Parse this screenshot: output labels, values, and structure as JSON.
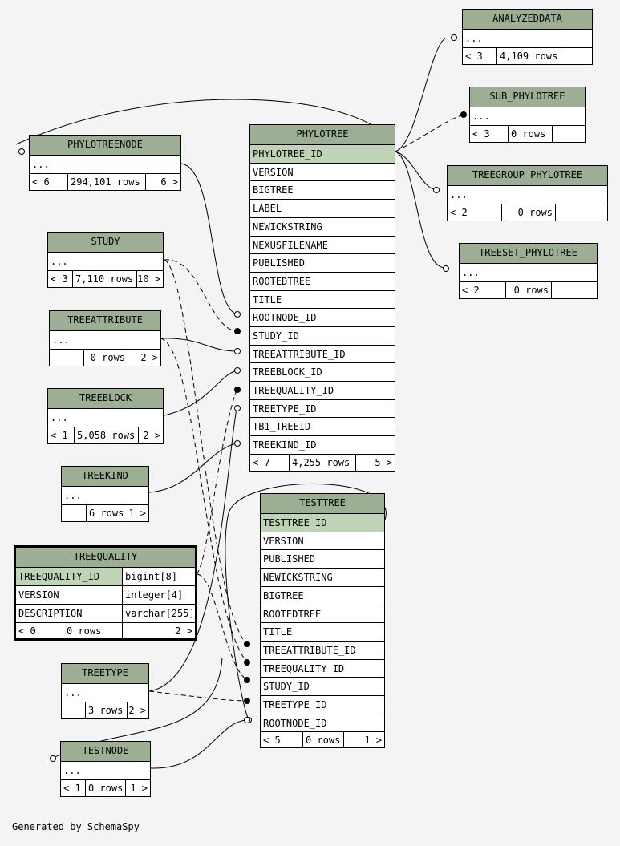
{
  "background": "#f4f4f4",
  "header_color": "#9caf94",
  "pk_color": "#bfd4b7",
  "footer": "Generated by SchemaSpy",
  "tables": {
    "analyzeddata": {
      "name": "ANALYZEDDATA",
      "body": "...",
      "parents": "< 3",
      "rows": "4,109 rows",
      "children": ""
    },
    "sub_phylotree": {
      "name": "SUB_PHYLOTREE",
      "body": "...",
      "parents": "< 3",
      "rows": "0 rows",
      "children": ""
    },
    "treegroup_phylotree": {
      "name": "TREEGROUP_PHYLOTREE",
      "body": "...",
      "parents": "< 2",
      "rows": "0 rows",
      "children": ""
    },
    "treeset_phylotree": {
      "name": "TREESET_PHYLOTREE",
      "body": "...",
      "parents": "< 2",
      "rows": "0 rows",
      "children": ""
    },
    "phylotreenode": {
      "name": "PHYLOTREENODE",
      "body": "...",
      "parents": "< 6",
      "rows": "294,101 rows",
      "children": "6 >"
    },
    "study": {
      "name": "STUDY",
      "body": "...",
      "parents": "< 3",
      "rows": "7,110 rows",
      "children": "10 >"
    },
    "treeattribute": {
      "name": "TREEATTRIBUTE",
      "body": "...",
      "parents": "",
      "rows": "0 rows",
      "children": "2 >"
    },
    "treeblock": {
      "name": "TREEBLOCK",
      "body": "...",
      "parents": "< 1",
      "rows": "5,058 rows",
      "children": "2 >"
    },
    "treekind": {
      "name": "TREEKIND",
      "body": "...",
      "parents": "",
      "rows": "6 rows",
      "children": "1 >"
    },
    "treetype": {
      "name": "TREETYPE",
      "body": "...",
      "parents": "",
      "rows": "3 rows",
      "children": "2 >"
    },
    "testnode": {
      "name": "TESTNODE",
      "body": "...",
      "parents": "< 1",
      "rows": "0 rows",
      "children": "1 >"
    },
    "phylotree": {
      "name": "PHYLOTREE",
      "columns": [
        "PHYLOTREE_ID",
        "VERSION",
        "BIGTREE",
        "LABEL",
        "NEWICKSTRING",
        "NEXUSFILENAME",
        "PUBLISHED",
        "ROOTEDTREE",
        "TITLE",
        "ROOTNODE_ID",
        "STUDY_ID",
        "TREEATTRIBUTE_ID",
        "TREEBLOCK_ID",
        "TREEQUALITY_ID",
        "TREETYPE_ID",
        "TB1_TREEID",
        "TREEKIND_ID"
      ],
      "parents": "< 7",
      "rows": "4,255 rows",
      "children": "5 >"
    },
    "testtree": {
      "name": "TESTTREE",
      "columns": [
        "TESTTREE_ID",
        "VERSION",
        "PUBLISHED",
        "NEWICKSTRING",
        "BIGTREE",
        "ROOTEDTREE",
        "TITLE",
        "TREEATTRIBUTE_ID",
        "TREEQUALITY_ID",
        "STUDY_ID",
        "TREETYPE_ID",
        "ROOTNODE_ID"
      ],
      "parents": "< 5",
      "rows": "0 rows",
      "children": "1 >"
    },
    "treequality": {
      "name": "TREEQUALITY",
      "columns": [
        {
          "name": "TREEQUALITY_ID",
          "type": "bigint[8]"
        },
        {
          "name": "VERSION",
          "type": "integer[4]"
        },
        {
          "name": "DESCRIPTION",
          "type": "varchar[255]"
        }
      ],
      "parents": "< 0",
      "rows": "0 rows",
      "children": "2 >"
    }
  }
}
